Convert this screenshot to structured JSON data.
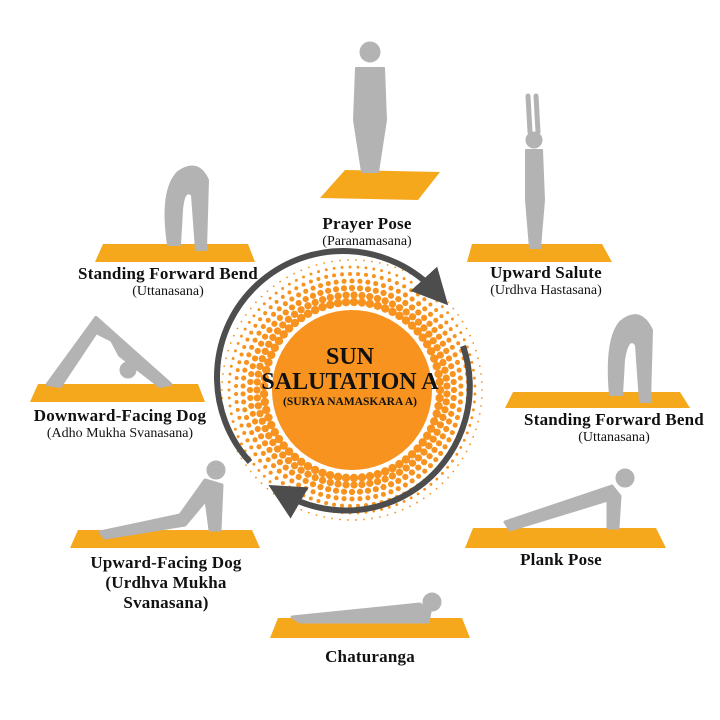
{
  "title": {
    "line1": "SUN",
    "line2": "SALUTATION A",
    "subtitle": "(SURYA NAMASKARA A)"
  },
  "colors": {
    "mat": "#f5a81c",
    "figure": "#b3b3b3",
    "center": "#f7931e",
    "arrow": "#4d4d4d",
    "lotus": "#e0531f"
  },
  "poses": [
    {
      "name": "Prayer Pose",
      "sanskrit": "(Paranamasana)"
    },
    {
      "name": "Upward Salute",
      "sanskrit": "(Urdhva Hastasana)"
    },
    {
      "name": "Standing Forward Bend",
      "sanskrit": "(Uttanasana)"
    },
    {
      "name": "Plank Pose"
    },
    {
      "name": "Chaturanga"
    },
    {
      "name": "Upward-Facing Dog",
      "sanskrit_line1": "(Urdhva Mukha",
      "sanskrit_line2": "Svanasana)"
    },
    {
      "name": "Downward-Facing Dog",
      "sanskrit": "(Adho Mukha Svanasana)"
    },
    {
      "name": "Standing Forward Bend",
      "sanskrit": "(Uttanasana)"
    }
  ]
}
